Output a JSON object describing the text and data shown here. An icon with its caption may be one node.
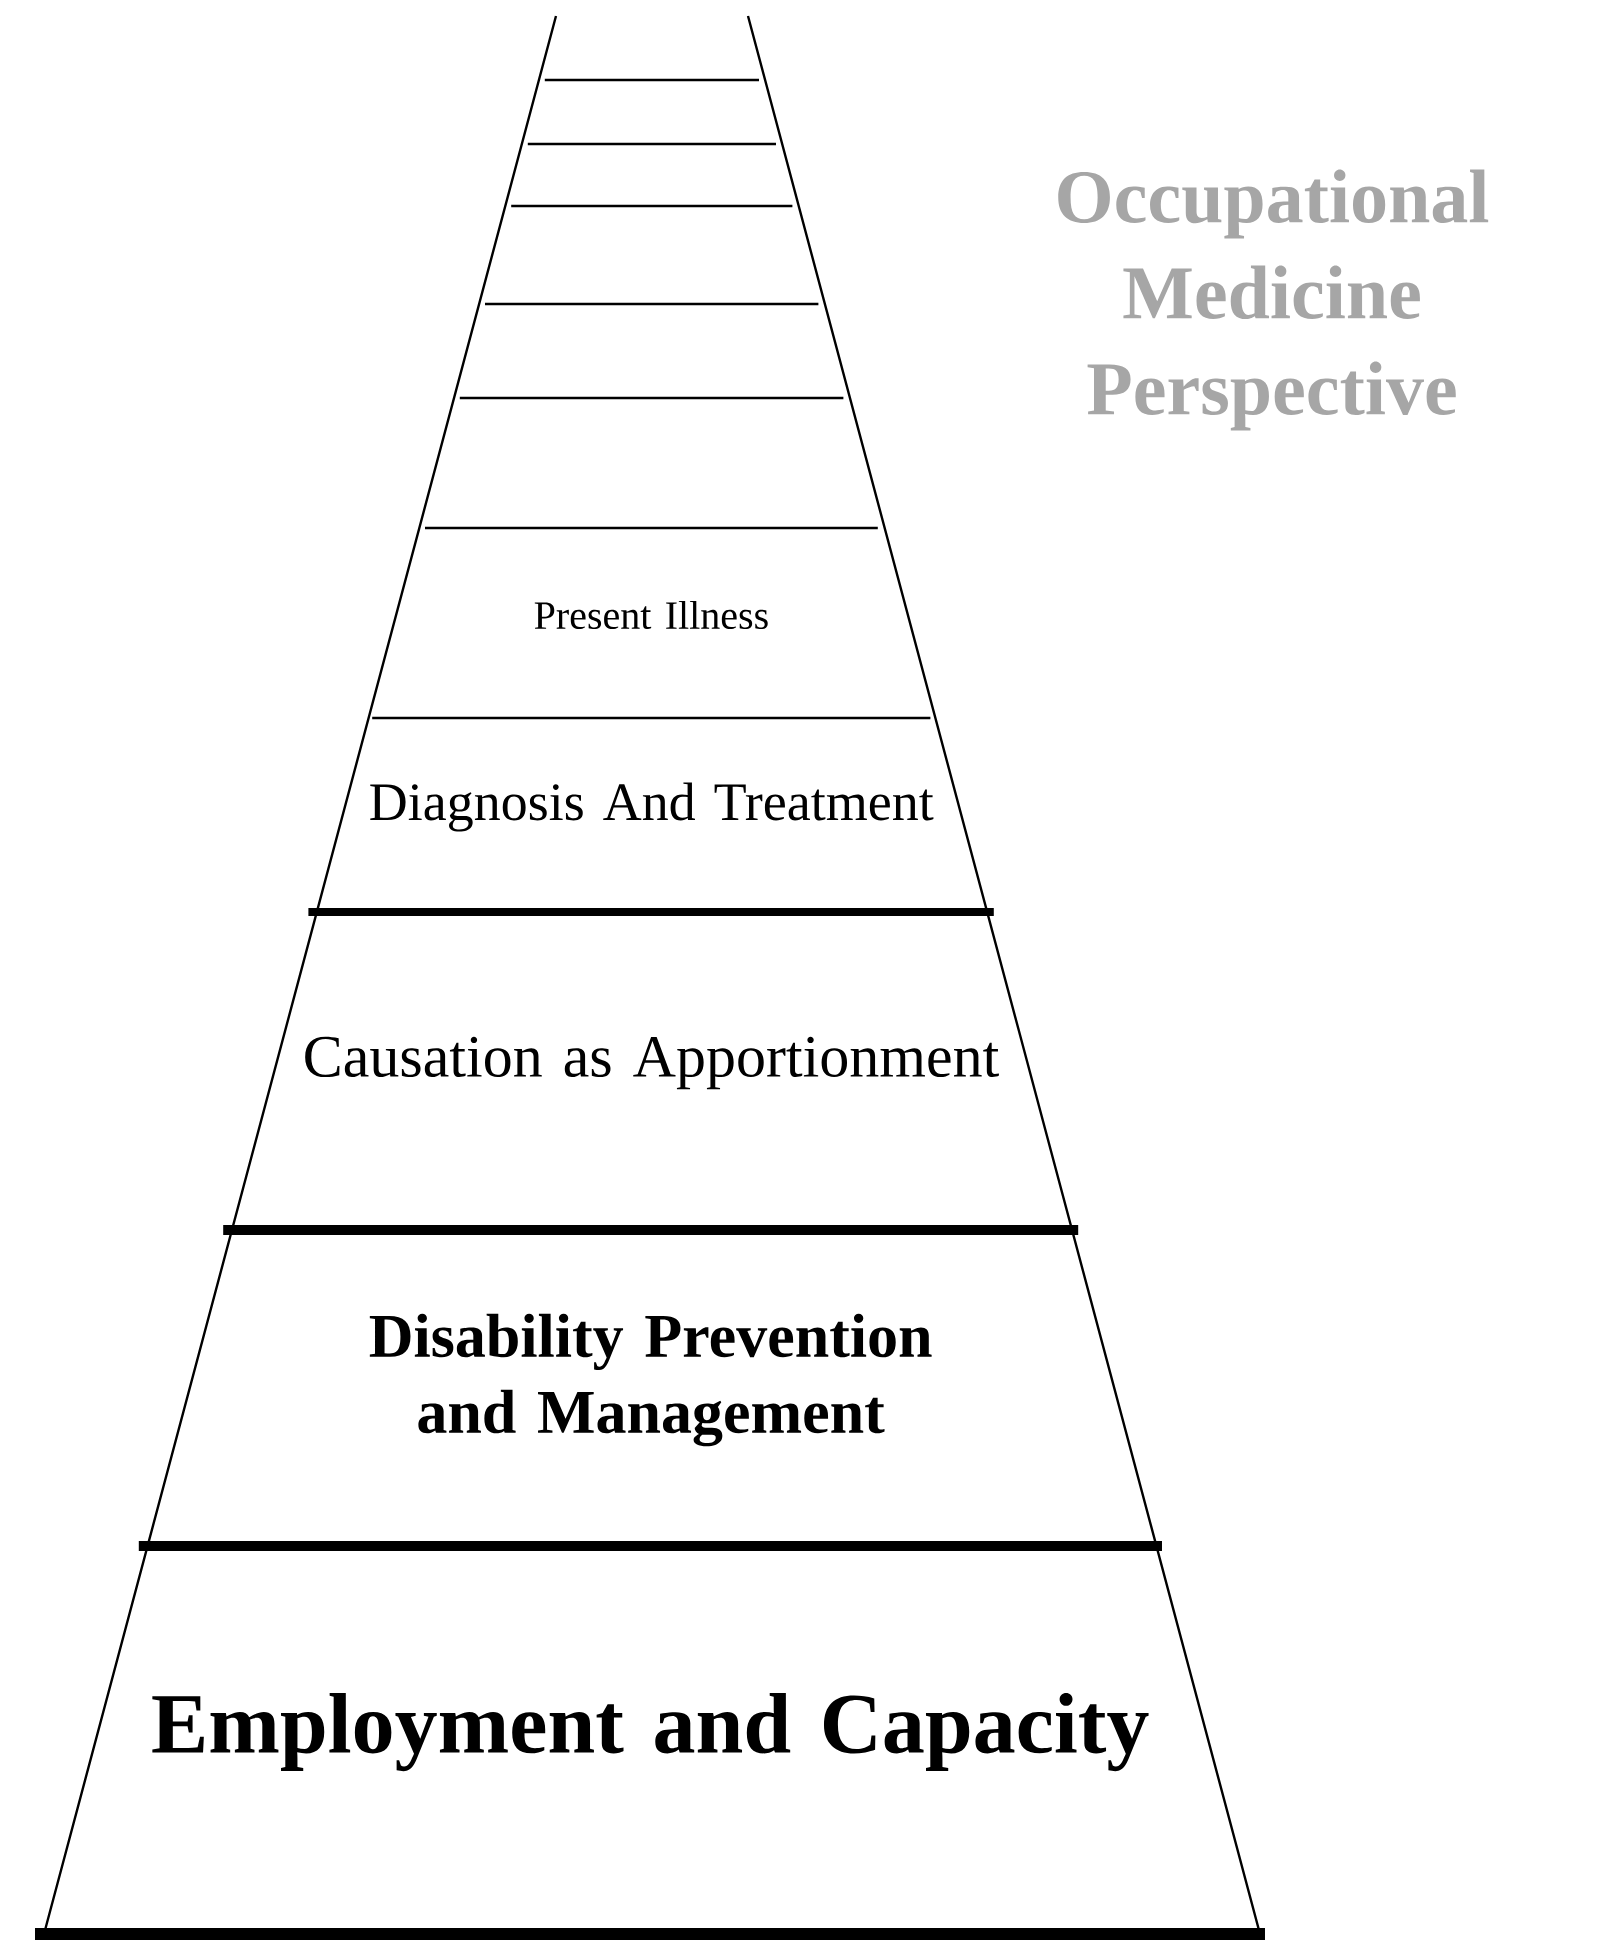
{
  "diagram": {
    "title": "Occupational Medicine Perspective",
    "nodes": [
      {
        "text": [
          "Present Illness"
        ]
      },
      {
        "text": [
          "Diagnosis And Treatment"
        ]
      },
      {
        "text": [
          "Causation as Apportionment"
        ]
      },
      {
        "text": [
          "Disability Prevention and Management"
        ]
      },
      {
        "text": [
          "Employment and Capacity"
        ]
      }
    ]
  }
}
